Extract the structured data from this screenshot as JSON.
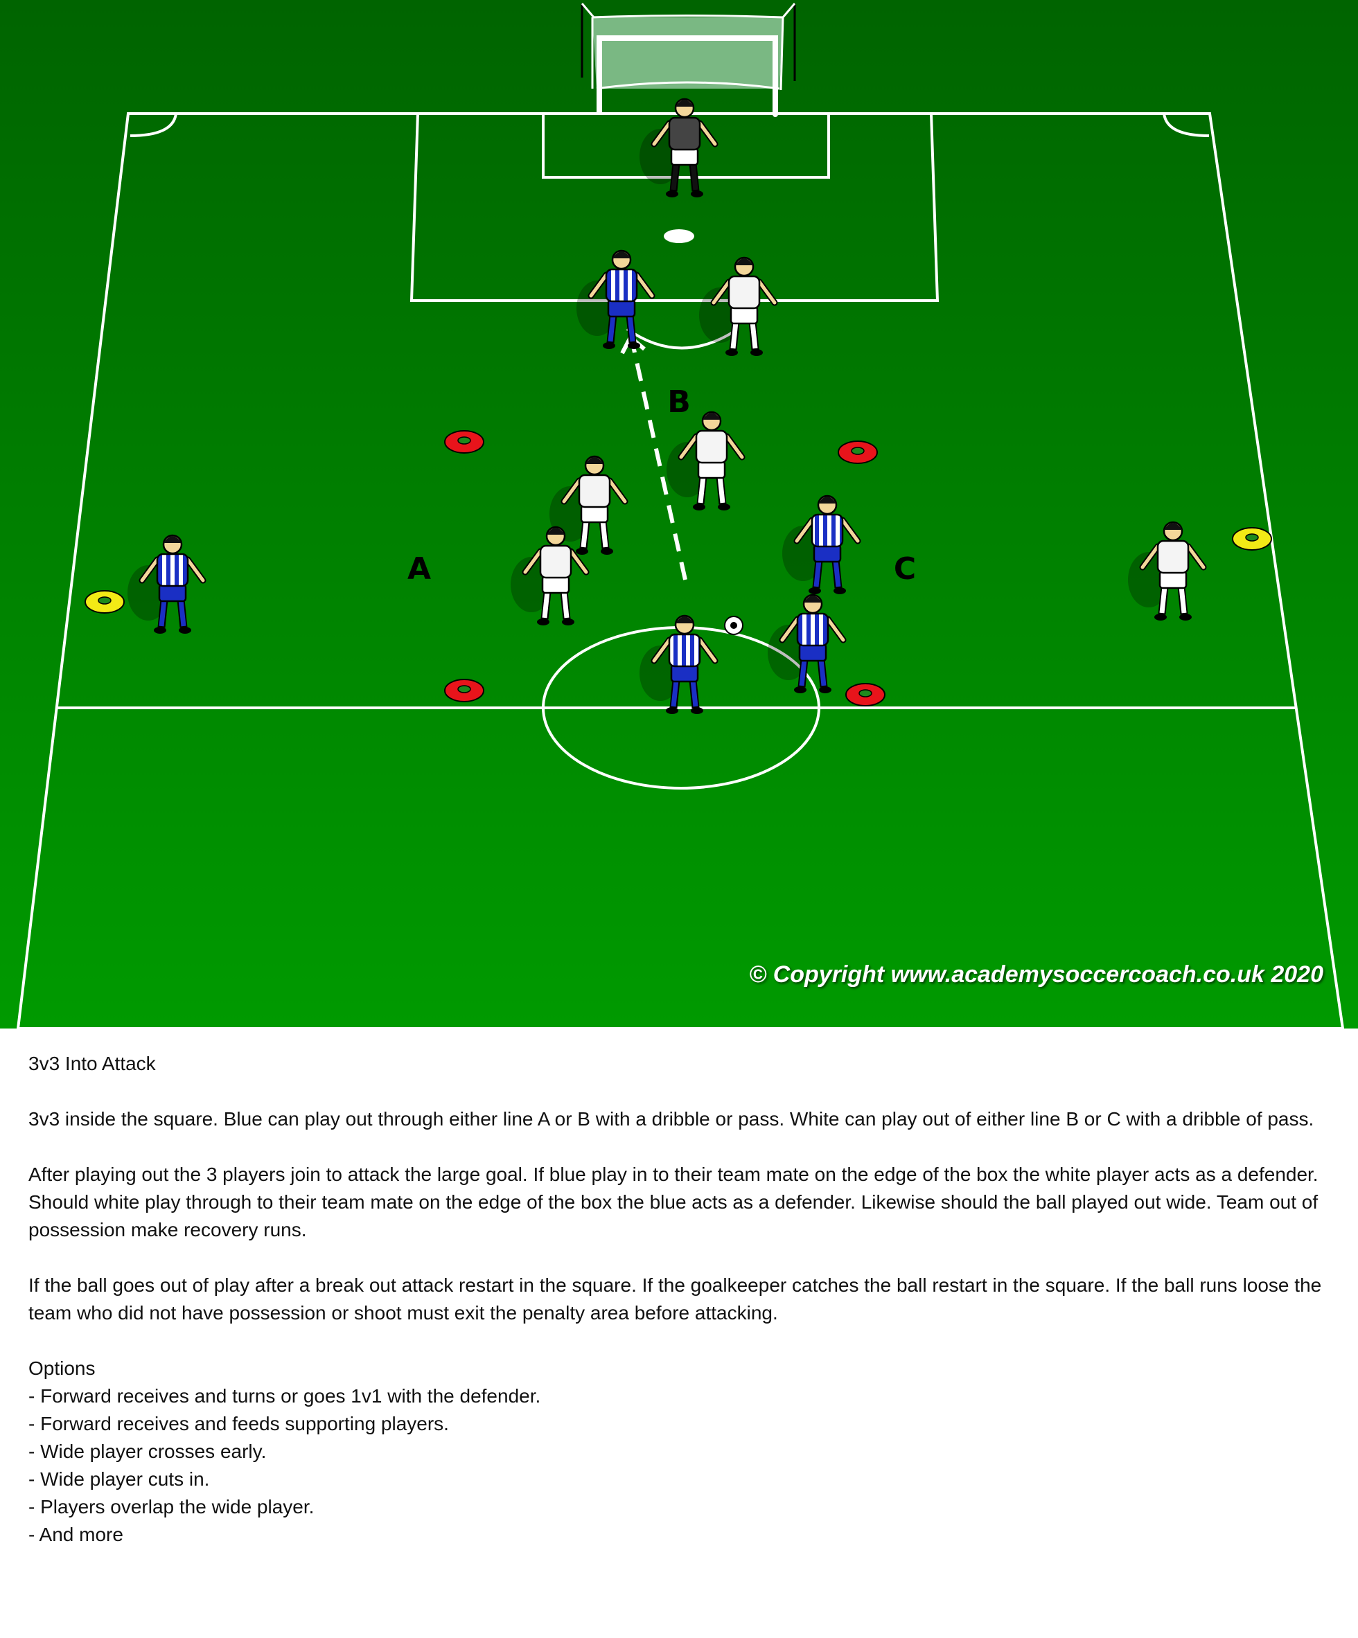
{
  "diagram": {
    "zone_labels": {
      "a": "A",
      "b": "B",
      "c": "C"
    },
    "copyright": "© Copyright www.academysoccercoach.co.uk 2020",
    "colors": {
      "pitch_top": "#006400",
      "pitch_bottom": "#009a00",
      "cone_red": "#e8141b",
      "cone_yellow": "#f2ea16",
      "blue_team": "#1a2fc4",
      "white_team": "#f4f4f4"
    }
  },
  "description": {
    "title": "3v3 Into Attack",
    "paragraphs": [
      "3v3 inside the square. Blue can play out through either line A or B with a dribble or pass. White can play out of either line B or C with a dribble of pass.",
      "After playing out the 3 players join to attack the large goal. If blue play in to their team mate on the edge of the box the white player acts as a defender. Should white play through to their team mate on the edge of the box the blue acts as a defender. Likewise should the ball played out wide. Team out of possession make recovery runs.",
      "If the ball goes out of play after a break out attack restart in the square. If the goalkeeper catches the ball restart in the square. If the ball runs loose the team who did not have possession or shoot must exit the penalty area before attacking."
    ],
    "options_heading": "Options",
    "options": [
      "- Forward receives and turns or goes 1v1 with the defender.",
      "- Forward receives and feeds supporting players.",
      "- Wide player crosses early.",
      "- Wide player cuts in.",
      "- Players overlap the wide player.",
      "- And more"
    ]
  }
}
